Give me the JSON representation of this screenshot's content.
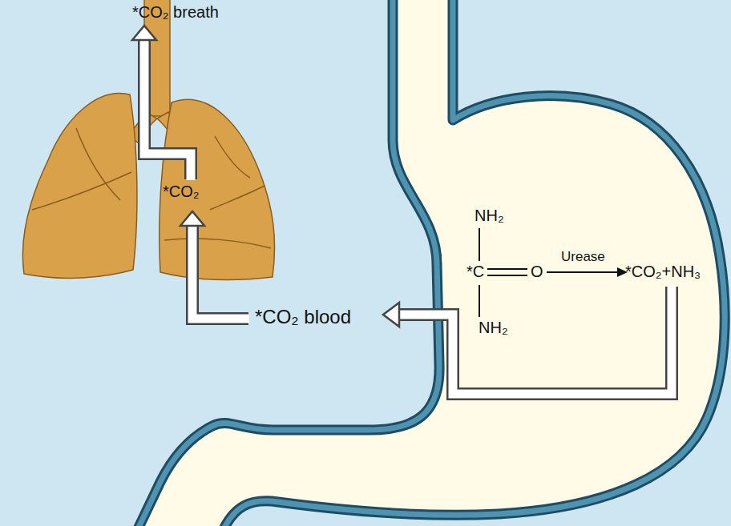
{
  "diagram": {
    "labels": [
      "*CO₂ breath",
      "*CO₂",
      "*CO₂ blood",
      "NH₂",
      "*C",
      "O",
      "Urease",
      "*CO₂+NH₃",
      "NH₂"
    ]
  }
}
